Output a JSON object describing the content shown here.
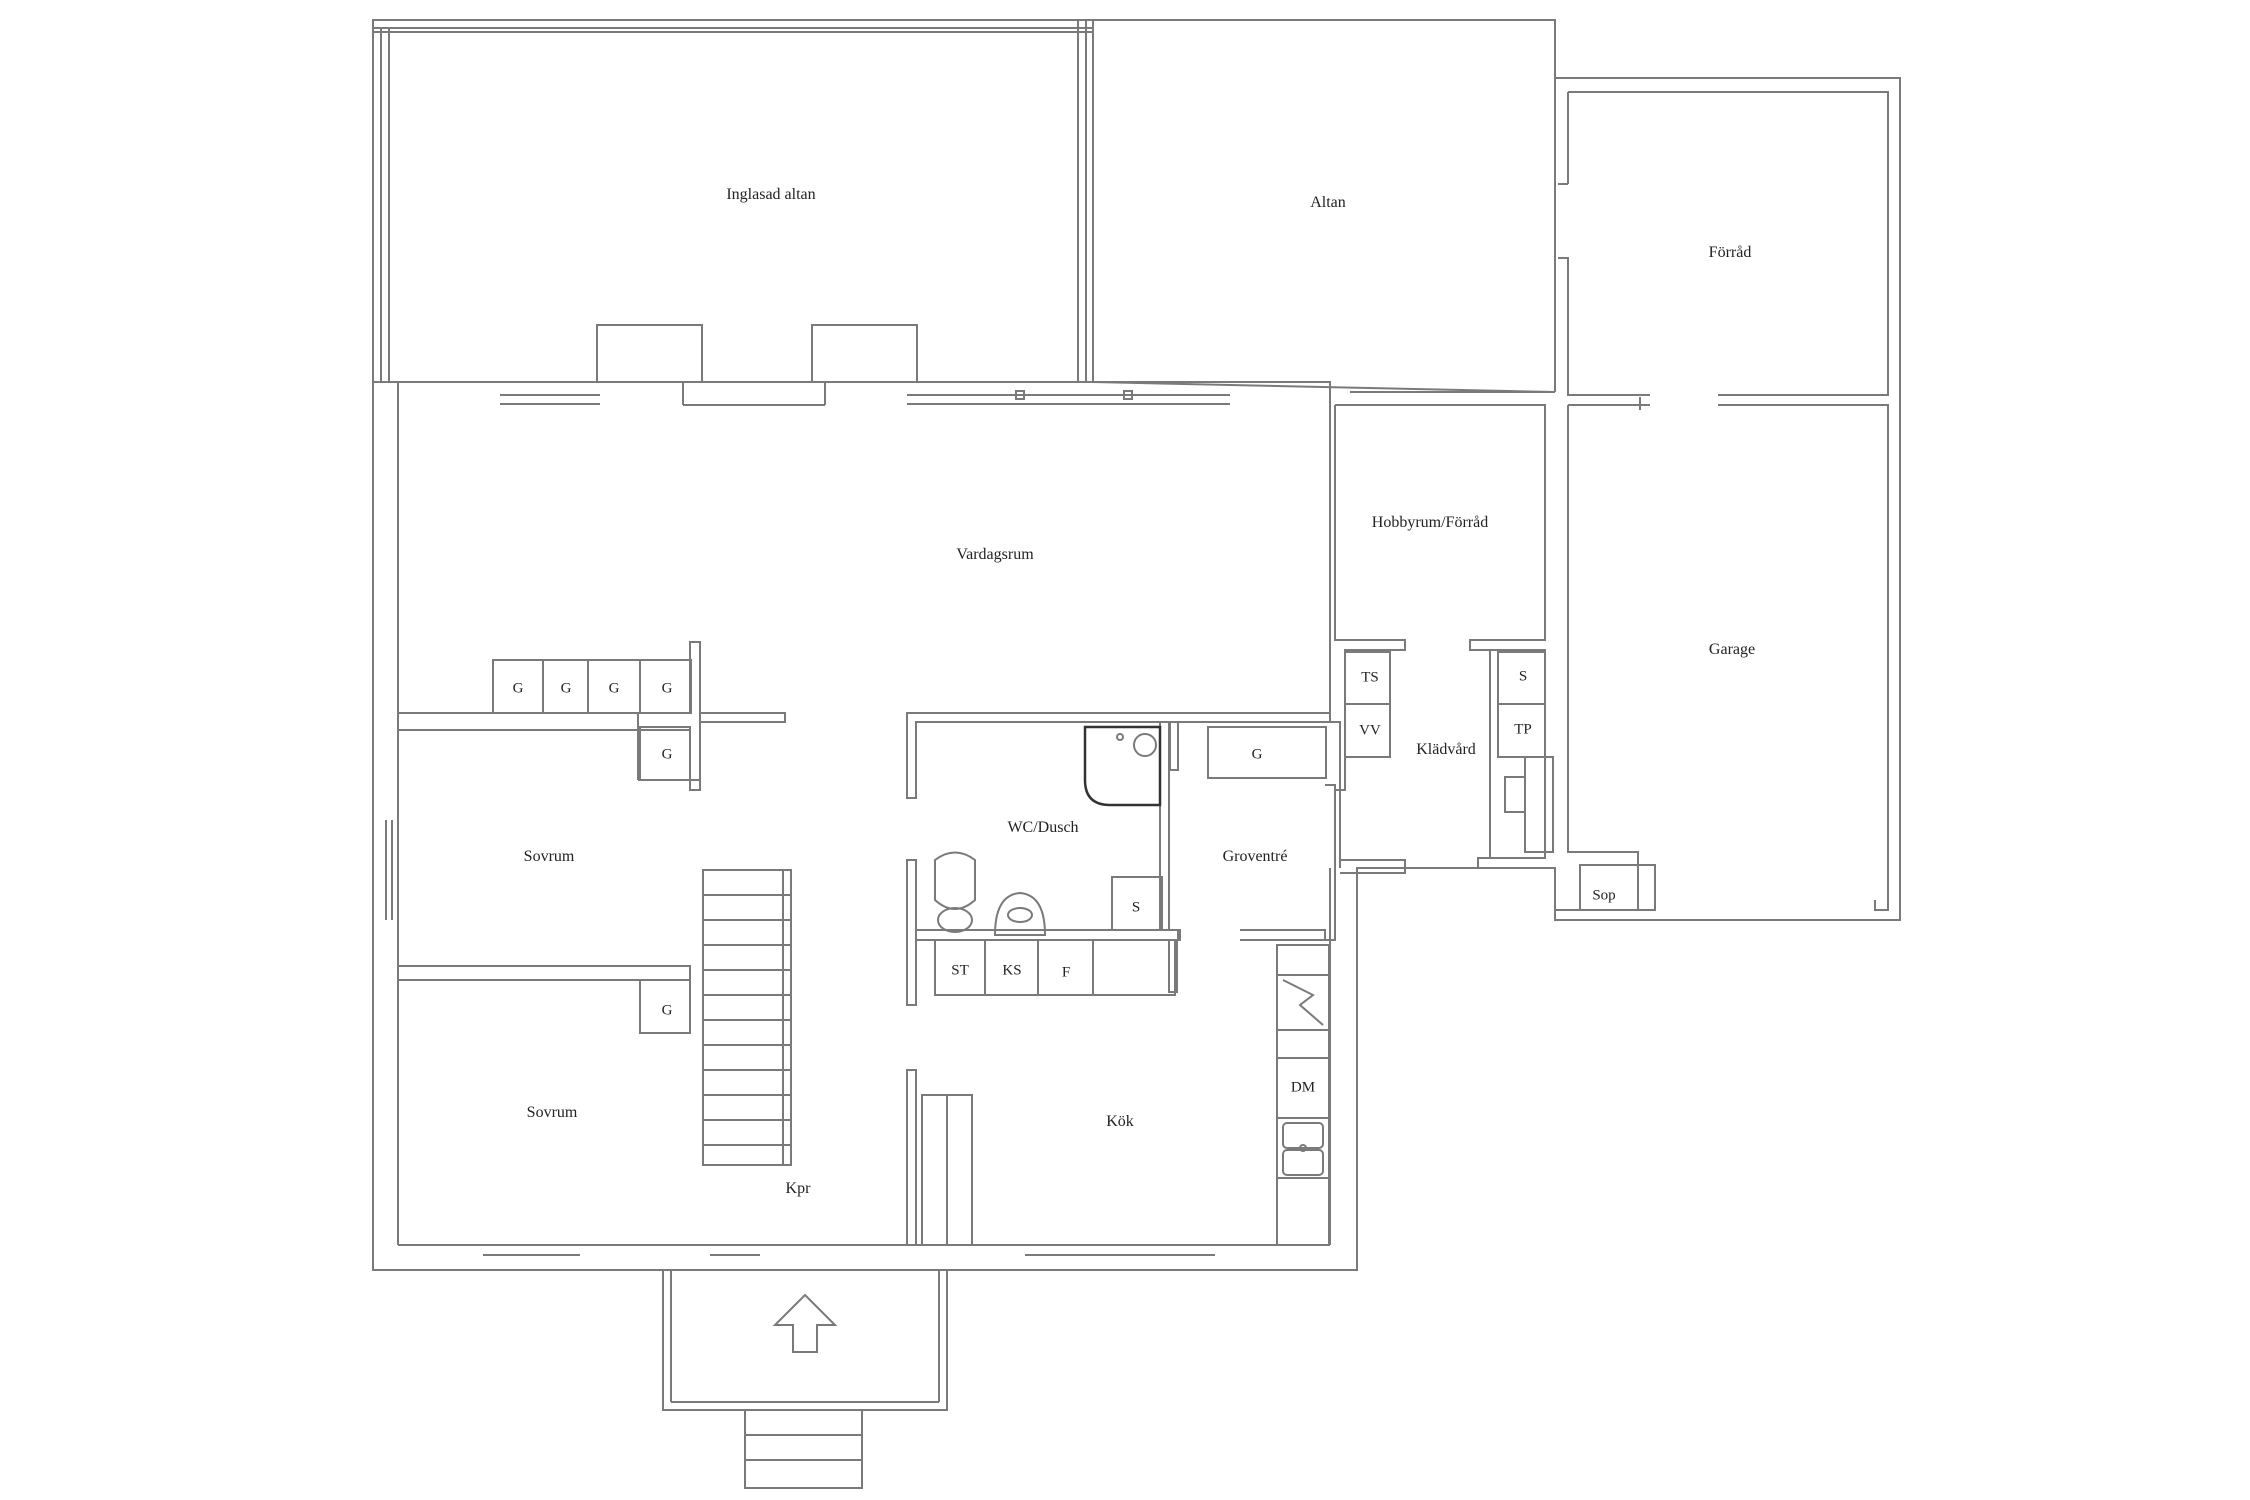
{
  "colors": {
    "wall": "#7a7a7a",
    "background": "#ffffff",
    "text": "#222222"
  },
  "rooms": [
    {
      "id": "inglasad-altan",
      "label": "Inglasad altan"
    },
    {
      "id": "altan",
      "label": "Altan"
    },
    {
      "id": "forrad",
      "label": "Förråd"
    },
    {
      "id": "vardagsrum",
      "label": "Vardagsrum"
    },
    {
      "id": "hobbyrum",
      "label": "Hobbyrum/Förråd"
    },
    {
      "id": "garage",
      "label": "Garage"
    },
    {
      "id": "sovrum-1",
      "label": "Sovrum"
    },
    {
      "id": "wc-dusch",
      "label": "WC/Dusch"
    },
    {
      "id": "groventre",
      "label": "Groventré"
    },
    {
      "id": "kladvard",
      "label": "Klädvård"
    },
    {
      "id": "sovrum-2",
      "label": "Sovrum"
    },
    {
      "id": "kok",
      "label": "Kök"
    },
    {
      "id": "kpr",
      "label": "Kpr"
    },
    {
      "id": "sop",
      "label": "Sop"
    }
  ],
  "fixtures": [
    {
      "id": "g1",
      "label": "G"
    },
    {
      "id": "g2",
      "label": "G"
    },
    {
      "id": "g3",
      "label": "G"
    },
    {
      "id": "g4",
      "label": "G"
    },
    {
      "id": "g5",
      "label": "G"
    },
    {
      "id": "g6",
      "label": "G"
    },
    {
      "id": "g7",
      "label": "G"
    },
    {
      "id": "ts",
      "label": "TS"
    },
    {
      "id": "vv",
      "label": "VV"
    },
    {
      "id": "s1",
      "label": "S"
    },
    {
      "id": "tp",
      "label": "TP"
    },
    {
      "id": "s2",
      "label": "S"
    },
    {
      "id": "st",
      "label": "ST"
    },
    {
      "id": "ks",
      "label": "KS"
    },
    {
      "id": "f",
      "label": "F"
    },
    {
      "id": "dm",
      "label": "DM"
    }
  ],
  "icons": [
    "entrance-arrow-icon",
    "stove-icon",
    "sink-icon",
    "toilet-icon",
    "washbasin-icon",
    "shower-icon",
    "stairs-icon"
  ]
}
